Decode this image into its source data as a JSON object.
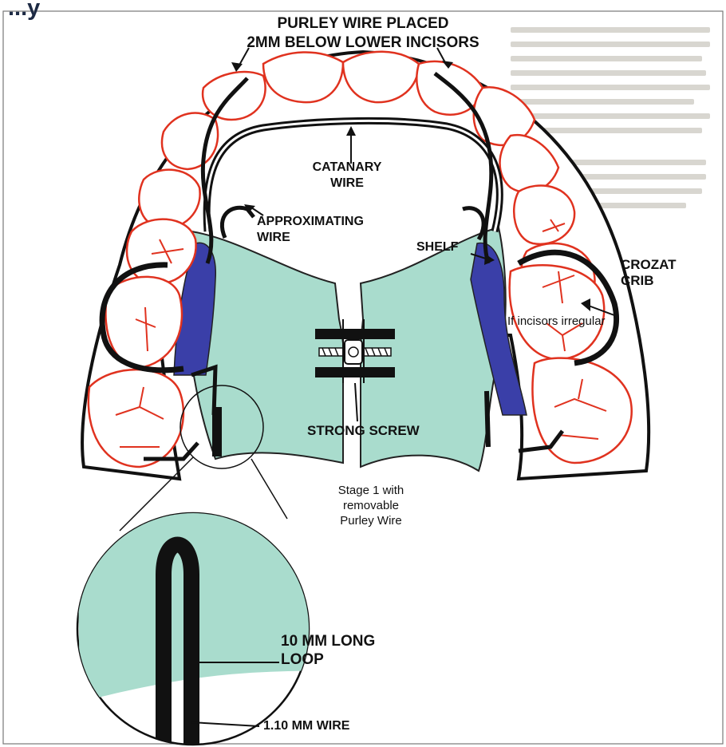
{
  "heading": "...y",
  "labels": {
    "purley_line1": "PURLEY WIRE PLACED",
    "purley_line2": "2MM BELOW LOWER INCISORS",
    "catanary_line1": "CATANARY",
    "catanary_line2": "WIRE",
    "approx_line1": "APPROXIMATING",
    "approx_line2": "WIRE",
    "shelf": "SHELF",
    "crozat_line1": "CROZAT",
    "crozat_line2": "CRIB",
    "incisors": "If incisors irregular",
    "screw": "STRONG SCREW",
    "stage_line1": "Stage 1 with",
    "stage_line2": "removable",
    "stage_line3": "Purley Wire",
    "loop_line1": "10 MM LONG",
    "loop_line2": "LOOP",
    "wire_size": "1.10  MM WIRE"
  },
  "colors": {
    "acrylic": "#a9dccd",
    "shelf": "#3a3fa8",
    "teeth_outline": "#e0321f",
    "wire": "#111111",
    "paper": "#ffffff"
  }
}
